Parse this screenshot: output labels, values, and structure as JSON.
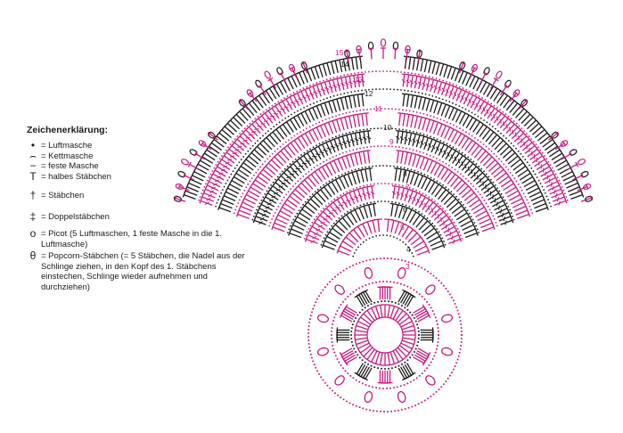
{
  "legend": {
    "title": "Zeichenerklärung:",
    "items": [
      {
        "symbol": "•",
        "name": "chain-stitch",
        "text": "= Luftmasche"
      },
      {
        "symbol": "⌢",
        "name": "slip-stitch",
        "text": "= Kettmasche"
      },
      {
        "symbol": "−",
        "name": "single-crochet",
        "text": "= feste Masche"
      },
      {
        "symbol": "T",
        "name": "half-double-crochet",
        "text": "= halbes Stäbchen"
      },
      {
        "symbol": "†",
        "name": "double-crochet",
        "text": "= Stäbchen"
      },
      {
        "symbol": "‡",
        "name": "treble-crochet",
        "text": "= Doppelstäbchen"
      },
      {
        "symbol": "o",
        "name": "picot",
        "text": "= Picot (5 Luftmaschen, 1 feste Masche in die 1. Luftmasche)"
      },
      {
        "symbol": "θ",
        "name": "popcorn-stitch",
        "text": "= Popcorn-Stäbchen (= 5 Stäbchen, die Nadel aus der Schlinge ziehen, in den Kopf des 1. Stäbchens einstechen, Schlinge wieder aufnehmen und durchziehen)"
      }
    ]
  },
  "round_numbers": [
    "3",
    "4",
    "5",
    "6",
    "7",
    "8",
    "9",
    "10",
    "11",
    "12",
    "13",
    "14",
    "15"
  ],
  "colors": {
    "pink": "#c8197f",
    "black": "#1a1a1a",
    "background": "#ffffff"
  }
}
